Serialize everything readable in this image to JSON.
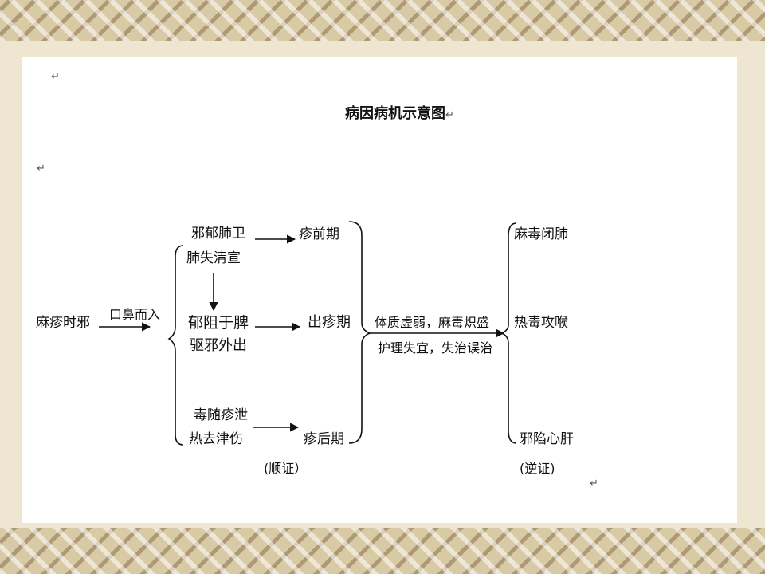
{
  "title": "病因病机示意图",
  "return_mark": "↵",
  "nodes": {
    "source": "麻疹时邪",
    "route": "口鼻而入",
    "stage1_line1": "邪郁肺卫",
    "stage1_line2": "肺失清宣",
    "stage2_line1": "郁阻于脾",
    "stage2_line2": "驱邪外出",
    "stage3_line1": "毒随疹泄",
    "stage3_line2": "热去津伤",
    "period1": "疹前期",
    "period2": "出疹期",
    "period3": "疹后期",
    "cause_line1": "体质虚弱，麻毒炽盛",
    "cause_line2": "护理失宜，失治误治",
    "result1": "麻毒闭肺",
    "result2": "热毒攻喉",
    "result3": "邪陷心肝",
    "favorable": "(顺证）",
    "unfavorable": "(逆证)"
  }
}
